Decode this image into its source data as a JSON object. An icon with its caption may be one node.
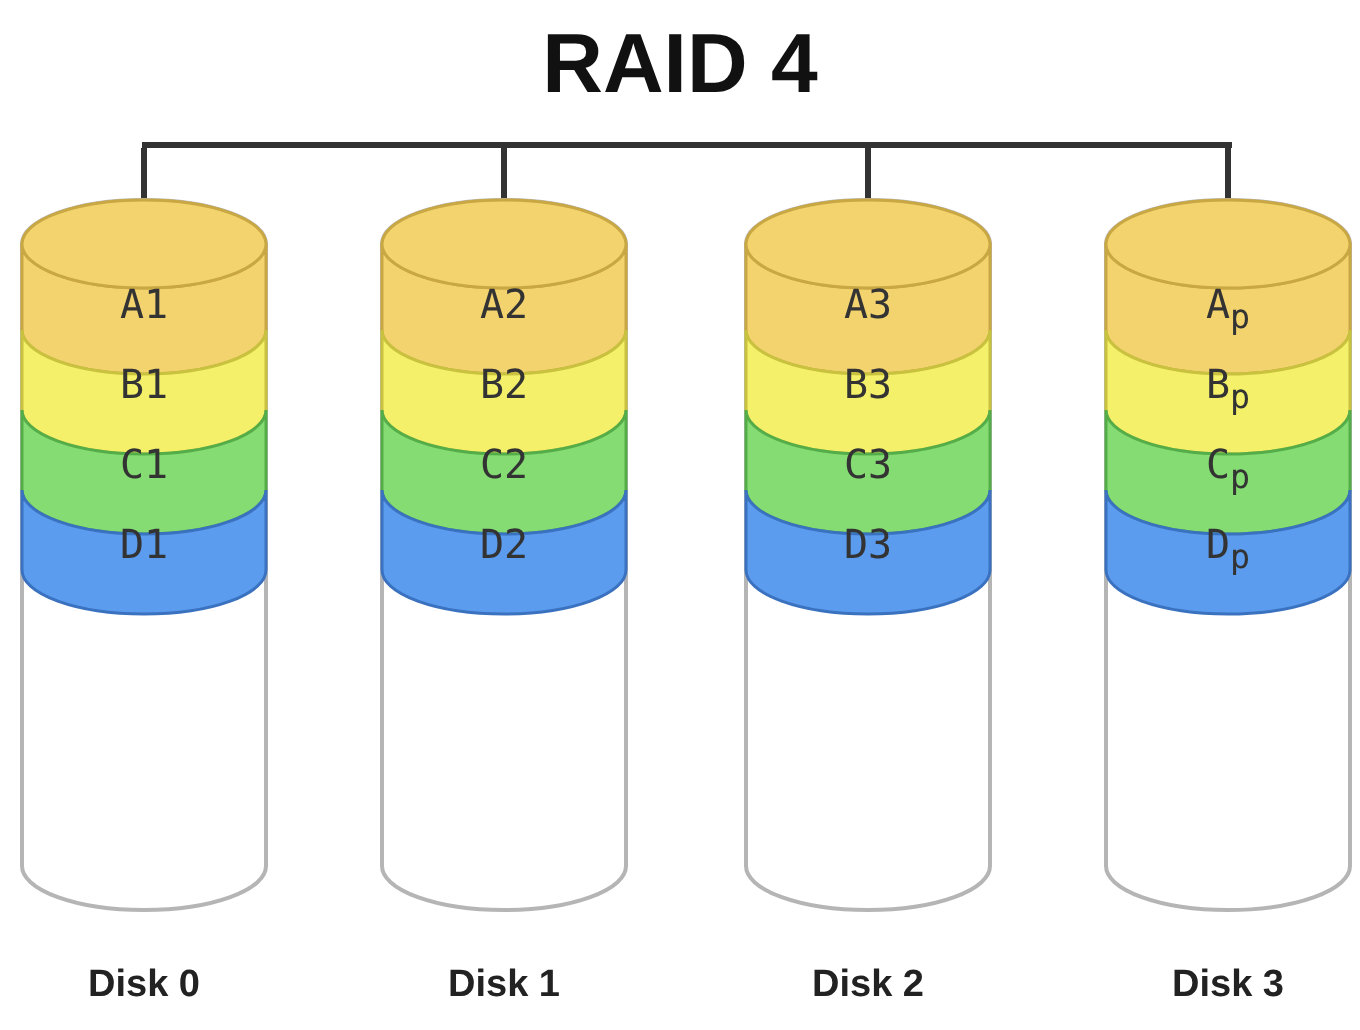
{
  "diagram": {
    "title": "RAID 4",
    "nodes": [
      {
        "text": [],
        "shape": "bar"
      },
      {
        "text": [],
        "shape": "cylinder",
        "beside": [
          "Disk 0"
        ]
      },
      {
        "text": [
          "A1"
        ],
        "in": 1
      },
      {
        "text": [
          "B1"
        ],
        "in": 1
      },
      {
        "text": [
          "C1"
        ],
        "in": 1
      },
      {
        "text": [
          "D1"
        ],
        "in": 1
      },
      {
        "text": [],
        "shape": "cylinder",
        "beside": [
          "Disk 1"
        ]
      },
      {
        "text": [
          "A2"
        ],
        "in": 6
      },
      {
        "text": [
          "B2"
        ],
        "in": 6
      },
      {
        "text": [
          "C2"
        ],
        "in": 6
      },
      {
        "text": [
          "D2"
        ],
        "in": 6
      },
      {
        "text": [],
        "shape": "cylinder",
        "beside": [
          "Disk 2"
        ]
      },
      {
        "text": [
          "A3"
        ],
        "in": 11
      },
      {
        "text": [
          "B3"
        ],
        "in": 11
      },
      {
        "text": [
          "C3"
        ],
        "in": 11
      },
      {
        "text": [
          "D3"
        ],
        "in": 11
      },
      {
        "text": [],
        "shape": "cylinder",
        "beside": [
          "Disk 3"
        ]
      },
      {
        "text": [
          "A$_{p}$"
        ],
        "in": 16
      },
      {
        "text": [
          "B$_{p}$"
        ],
        "in": 16
      },
      {
        "text": [
          "C$_{p}$"
        ],
        "in": 16
      },
      {
        "text": [
          "D$_{p}$"
        ],
        "in": 16
      }
    ],
    "edges": [
      {
        "from": 0,
        "to": 1,
        "arrow": "none"
      },
      {
        "from": 0,
        "to": 6,
        "arrow": "none"
      },
      {
        "from": 0,
        "to": 11,
        "arrow": "none"
      },
      {
        "from": 0,
        "to": 16,
        "arrow": "none"
      }
    ]
  }
}
